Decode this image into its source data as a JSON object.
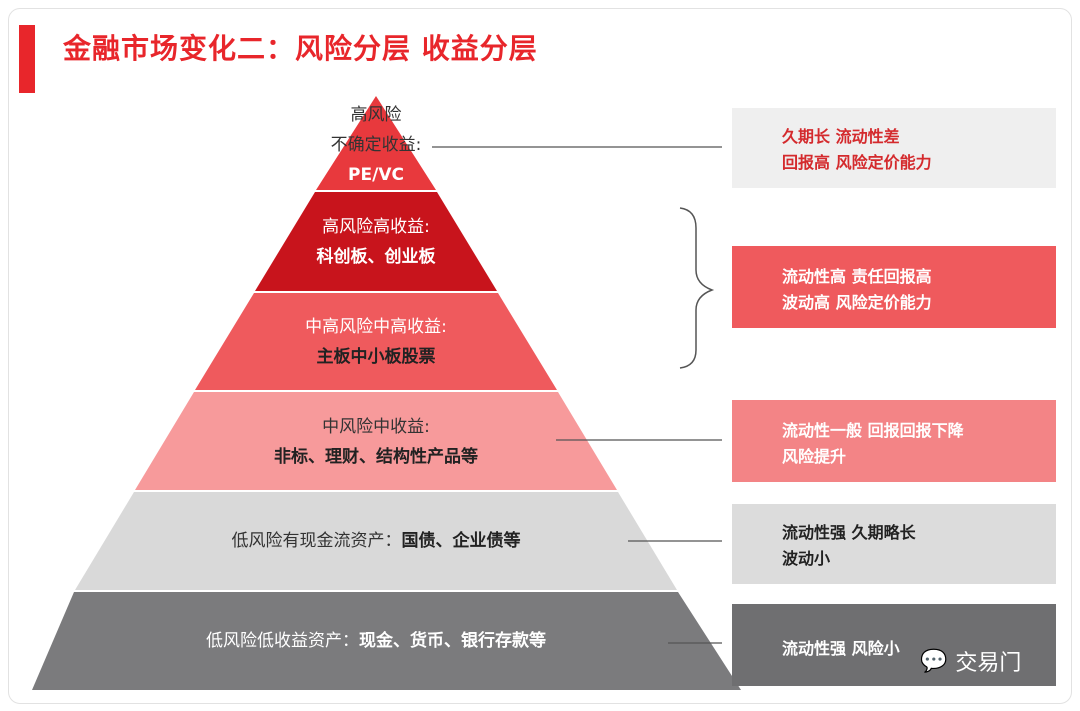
{
  "title": "金融市场变化二：风险分层 收益分层",
  "layers": [
    {
      "line1": "高风险",
      "line2": "不确定收益:",
      "line3": "PE/VC",
      "color": "#e8393d"
    },
    {
      "line1": "高风险高收益:",
      "line2": "科创板、创业板",
      "color": "#c8141c"
    },
    {
      "line1": "中高风险中高收益:",
      "line2": "主板中小板股票",
      "color": "#ef5a5d"
    },
    {
      "line1": "中风险中收益:",
      "line2": "非标、理财、结构性产品等",
      "color": "#f79a9b"
    },
    {
      "line1": "低风险有现金流资产：",
      "line2": "国债、企业债等",
      "color": "#d9d9d9"
    },
    {
      "line1": "低风险低收益资产：",
      "line2": "现金、货币、银行存款等",
      "color": "#7b7b7d"
    }
  ],
  "boxes": [
    {
      "line1": "久期长   流动性差",
      "line2": "回报高   风险定价能力",
      "color": "#efefef",
      "text_color": "#d42a2d"
    },
    {
      "line1": "流动性高 责任回报高",
      "line2": "波动高 风险定价能力",
      "color": "#ef5a5d",
      "text_color": "#ffffff"
    },
    {
      "line1": "流动性一般 回报回报下降",
      "line2": "风险提升",
      "color": "#f38486",
      "text_color": "#ffffff"
    },
    {
      "line1": "流动性强 久期略长",
      "line2": "波动小",
      "color": "#dcdcdc",
      "text_color": "#222222"
    },
    {
      "line1": "流动性强 风险小",
      "line2": "",
      "color": "#6f6f71",
      "text_color": "#ffffff"
    }
  ],
  "watermark": {
    "text": "交易门",
    "icon": "wechat-icon"
  }
}
